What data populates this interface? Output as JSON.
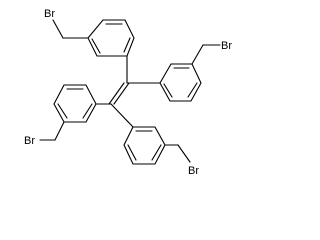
{
  "molecule": {
    "atom_labels": {
      "br_top_left": "Br",
      "br_top_right": "Br",
      "br_bottom_left": "Br",
      "br_bottom_right": "Br"
    }
  }
}
